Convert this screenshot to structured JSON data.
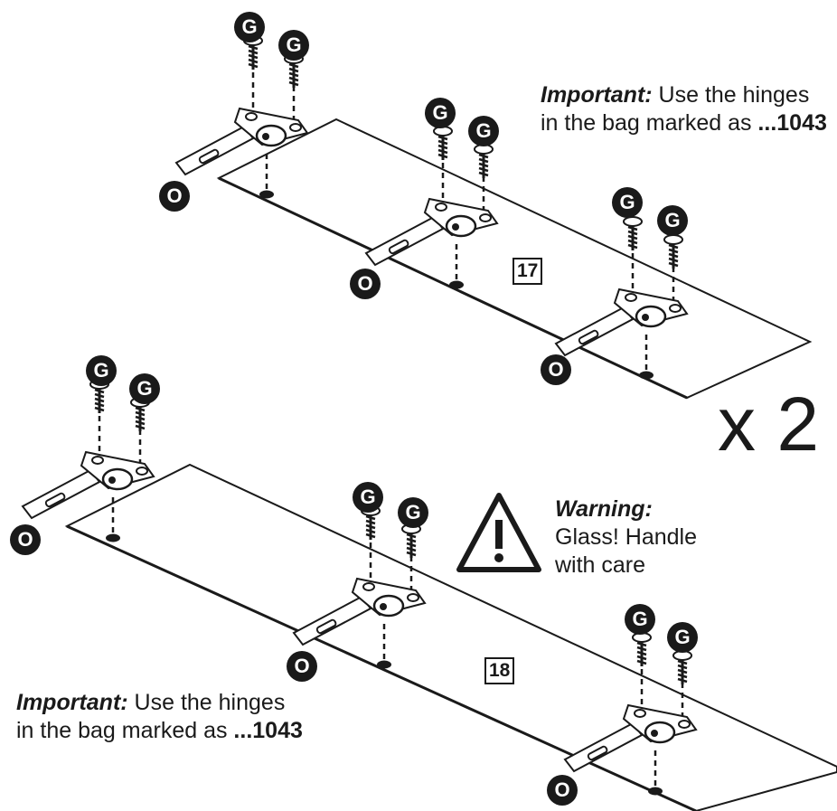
{
  "notes": {
    "top": {
      "label": "Important:",
      "text": " Use the hinges",
      "line2": "in the bag marked as ",
      "code": "...1043"
    },
    "bottom": {
      "label": "Important:",
      "text": " Use the hinges",
      "line2": "in the bag marked as ",
      "code": "...1043"
    }
  },
  "warning": {
    "title": "Warning:",
    "line1": "Glass! Handle",
    "line2": "with care"
  },
  "multiplier": "x 2",
  "steps": {
    "top": "17",
    "bottom": "18"
  },
  "part_labels": {
    "screw": "G",
    "hinge": "O"
  },
  "colors": {
    "ink": "#1a1a1a",
    "background": "#ffffff"
  }
}
